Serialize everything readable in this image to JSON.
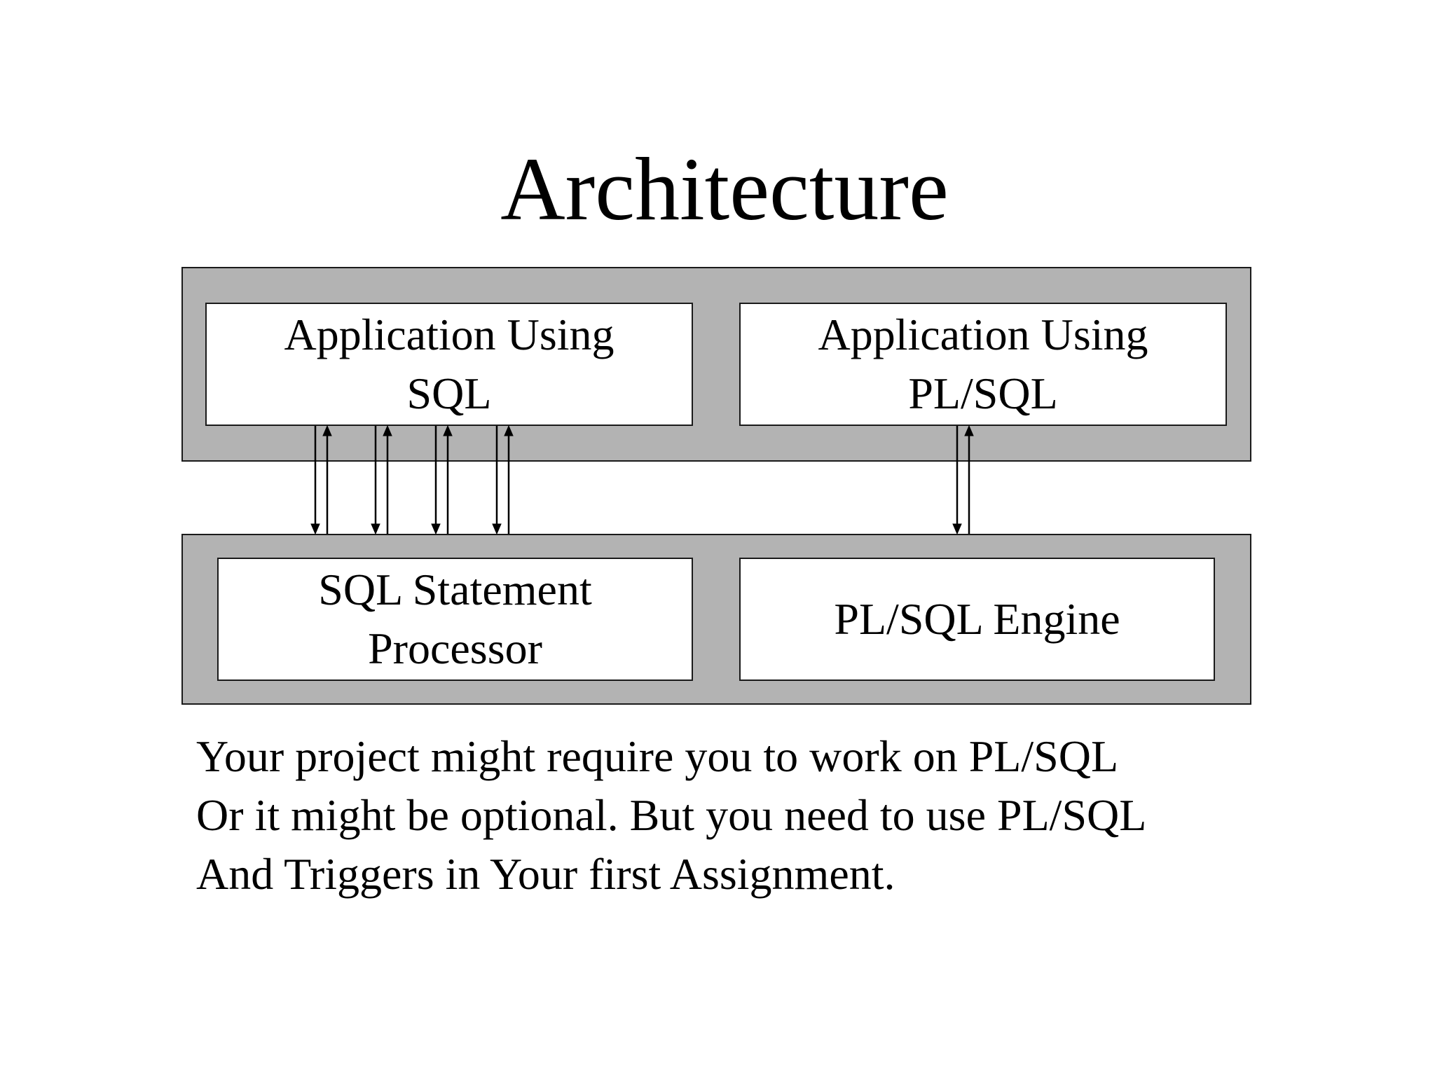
{
  "title": "Architecture",
  "diagram": {
    "top_row": {
      "left_box": {
        "line1": "Application Using",
        "line2": "SQL"
      },
      "right_box": {
        "line1": "Application Using",
        "line2": "PL/SQL"
      }
    },
    "bottom_row": {
      "left_box": {
        "line1": "SQL Statement",
        "line2": "Processor"
      },
      "right_box": {
        "line1": "PL/SQL Engine"
      }
    },
    "connections": [
      {
        "from": "Application Using SQL",
        "to": "SQL Statement Processor",
        "arrow_pairs": 4,
        "direction": "bidirectional"
      },
      {
        "from": "Application Using PL/SQL",
        "to": "PL/SQL Engine",
        "arrow_pairs": 1,
        "direction": "bidirectional"
      }
    ],
    "colors": {
      "band_fill": "#b3b3b3",
      "box_fill": "#ffffff",
      "stroke": "#1a1a1a"
    }
  },
  "note": {
    "lines": [
      "Your project might require you to work on PL/SQL",
      "Or it might be optional. But you need to use PL/SQL",
      "And Triggers in Your first Assignment."
    ]
  }
}
